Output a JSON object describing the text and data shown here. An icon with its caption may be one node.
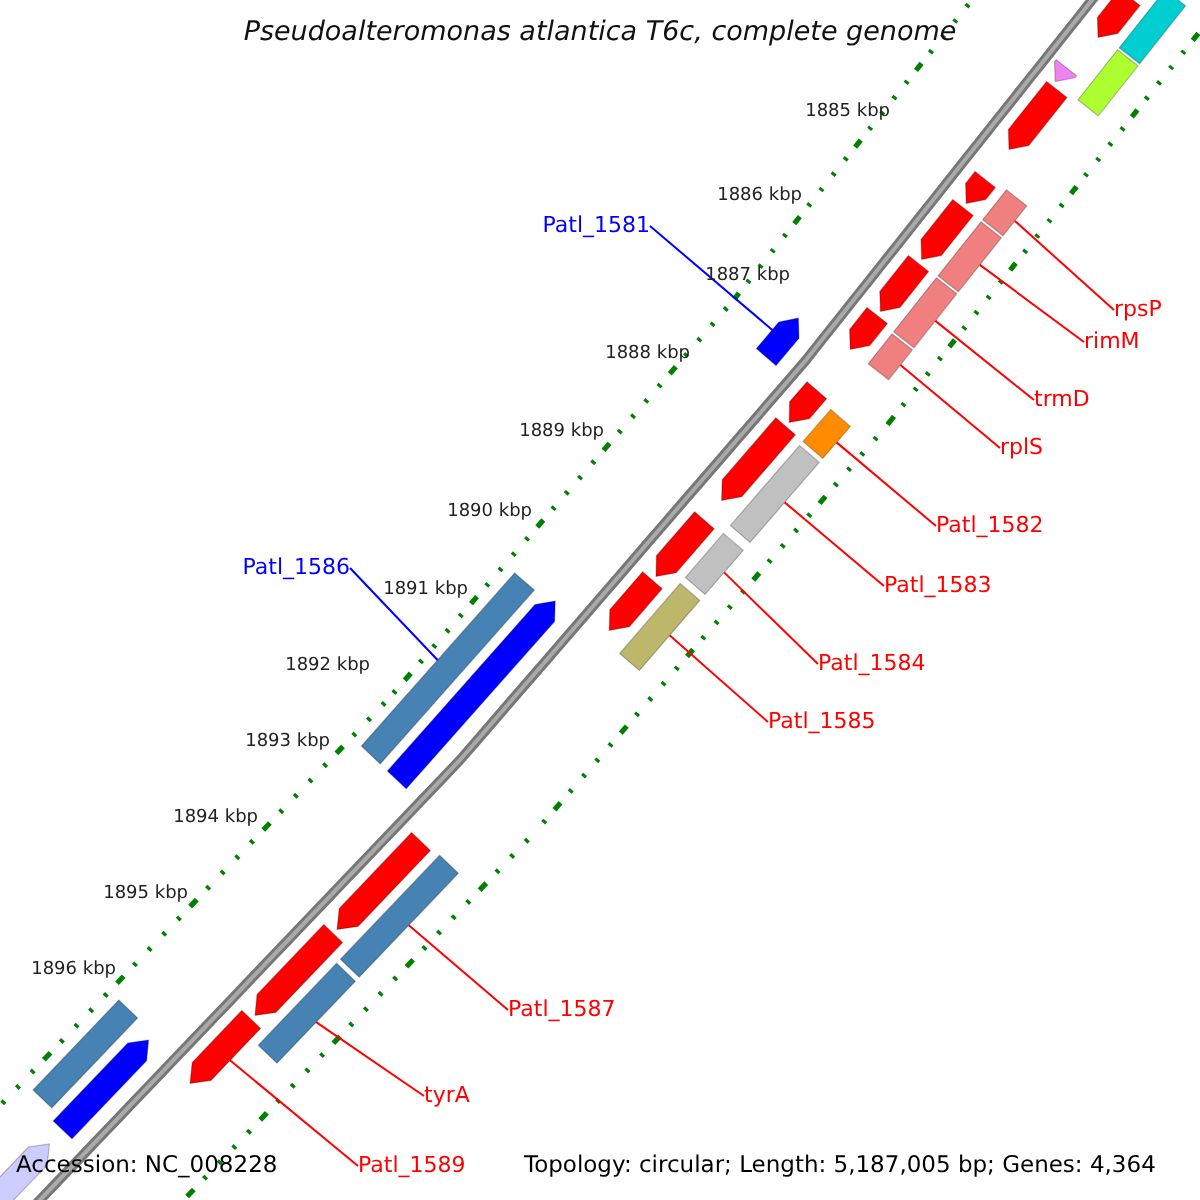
{
  "diagram": {
    "title": "Pseudoalteromonas atlantica T6c, complete genome",
    "nodes": [
      {
        "text": [
          "Patl_1581"
        ]
      },
      {
        "text": [],
        "shape": "arrow"
      },
      {
        "text": [
          "rpsP"
        ]
      },
      {
        "text": [],
        "shape": "bar"
      },
      {
        "text": [
          "rimM"
        ]
      },
      {
        "text": [],
        "shape": "bar"
      },
      {
        "text": [
          "trmD"
        ]
      },
      {
        "text": [],
        "shape": "bar"
      },
      {
        "text": [
          "rplS"
        ]
      },
      {
        "text": [],
        "shape": "bar"
      },
      {
        "text": [
          "Patl_1582"
        ]
      },
      {
        "text": [],
        "shape": "bar"
      },
      {
        "text": [
          "Patl_1586"
        ]
      },
      {
        "text": [],
        "shape": "bar"
      },
      {
        "text": [
          "Patl_1583"
        ]
      },
      {
        "text": [],
        "shape": "bar"
      },
      {
        "text": [
          "Patl_1584"
        ]
      },
      {
        "text": [],
        "shape": "bar"
      },
      {
        "text": [
          "Patl_1585"
        ]
      },
      {
        "text": [],
        "shape": "bar"
      },
      {
        "text": [
          "Patl_1587"
        ]
      },
      {
        "text": [],
        "shape": "bar"
      },
      {
        "text": [
          "tyrA"
        ]
      },
      {
        "text": [],
        "shape": "bar"
      },
      {
        "text": [
          "Patl_1589"
        ]
      },
      {
        "text": [],
        "shape": "arrow"
      },
      {
        "text": [],
        "shape": "bar"
      },
      {
        "text": [],
        "shape": "arrow"
      },
      {
        "text": [],
        "shape": "bar"
      },
      {
        "text": [],
        "shape": "arrow"
      },
      {
        "text": [],
        "shape": "arrow"
      },
      {
        "text": [],
        "shape": "arrow"
      },
      {
        "text": [],
        "shape": "arrow"
      },
      {
        "text": [],
        "shape": "arrow"
      },
      {
        "text": [],
        "shape": "arrow"
      },
      {
        "text": [],
        "shape": "arrow"
      },
      {
        "text": [],
        "shape": "arrow"
      },
      {
        "text": [],
        "shape": "arrow"
      },
      {
        "text": [],
        "shape": "arrow"
      },
      {
        "text": [],
        "shape": "arrow"
      },
      {
        "text": [],
        "shape": "arrow"
      },
      {
        "text": [],
        "shape": "arrow"
      },
      {
        "text": [],
        "shape": "bar"
      },
      {
        "text": [],
        "shape": "arrow"
      },
      {
        "text": [],
        "shape": "arrow"
      }
    ],
    "edges": [
      {
        "from": 0,
        "to": 1,
        "arrow": "none",
        "color": "#0000ff"
      },
      {
        "from": 2,
        "to": 3,
        "arrow": "none"
      },
      {
        "from": 4,
        "to": 5,
        "arrow": "none"
      },
      {
        "from": 6,
        "to": 7,
        "arrow": "none"
      },
      {
        "from": 8,
        "to": 9,
        "arrow": "none"
      },
      {
        "from": 10,
        "to": 11,
        "arrow": "none"
      },
      {
        "from": 12,
        "to": 13,
        "arrow": "none",
        "color": "#0000ff"
      },
      {
        "from": 14,
        "to": 15,
        "arrow": "none"
      },
      {
        "from": 16,
        "to": 17,
        "arrow": "none"
      },
      {
        "from": 18,
        "to": 19,
        "arrow": "none"
      },
      {
        "from": 20,
        "to": 21,
        "arrow": "none"
      },
      {
        "from": 22,
        "to": 23,
        "arrow": "none"
      },
      {
        "from": 24,
        "to": 25,
        "arrow": "none"
      }
    ],
    "labels": [
      "1885 kbp",
      "1886 kbp",
      "1887 kbp",
      "1888 kbp",
      "1889 kbp",
      "1890 kbp",
      "1891 kbp",
      "1892 kbp",
      "1893 kbp",
      "1894 kbp",
      "1895 kbp",
      "1896 kbp",
      "Accession: NC_008228",
      "Topology: circular; Length: 5,187,005 bp; Genes: 4,364"
    ]
  }
}
